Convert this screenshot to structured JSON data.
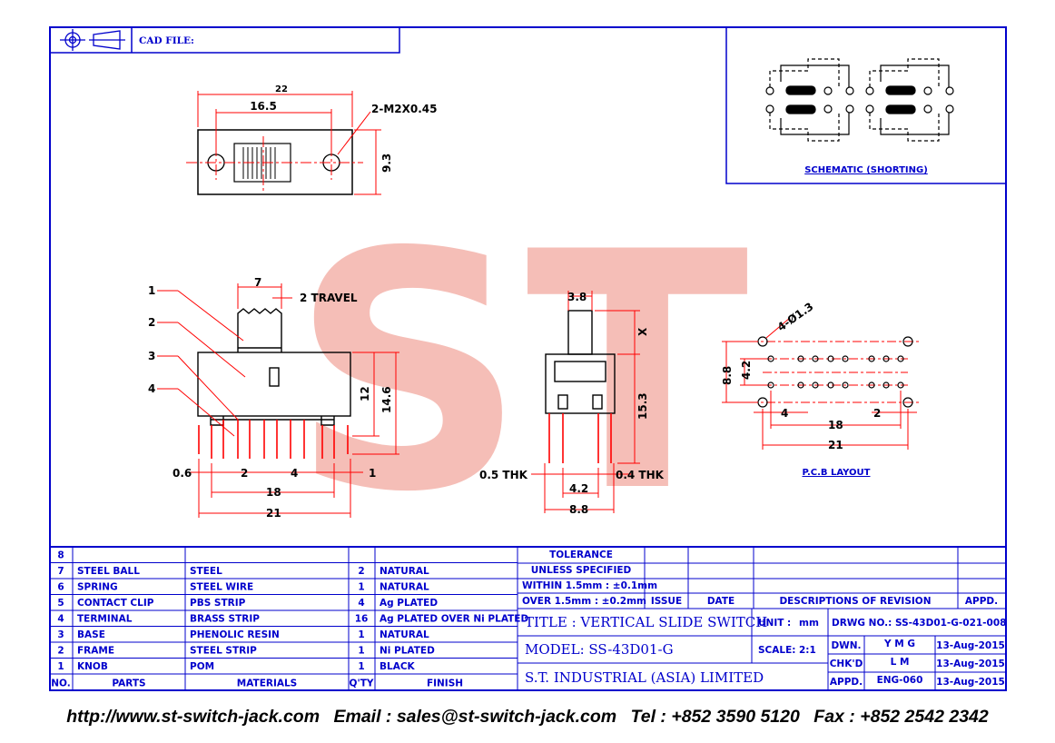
{
  "cad_file_label": "CAD FILE:",
  "watermark": "ST",
  "schematic_title": "SCHEMATIC (SHORTING)",
  "pcb_title": "P.C.B LAYOUT",
  "top_view": {
    "dim_total": "22",
    "dim_inner": "16.5",
    "screw": "2-M2X0.45",
    "dim_height": "9.3"
  },
  "side_view": {
    "dim_knob": "7",
    "travel": "2 TRAVEL",
    "callouts": [
      "1",
      "2",
      "3",
      "4"
    ],
    "dim_12": "12",
    "dim_14_6": "14.6",
    "dim_0_6": "0.6",
    "dim_2": "2",
    "dim_4": "4",
    "dim_1": "1",
    "dim_18": "18",
    "dim_21": "21"
  },
  "end_view": {
    "dim_3_8": "3.8",
    "dim_x": "X",
    "dim_15_3": "15.3",
    "thk_left": "0.5 THK",
    "thk_right": "0.4 THK",
    "dim_4_2": "4.2",
    "dim_8_8": "8.8"
  },
  "pcb": {
    "holes": "4-Ø1.3",
    "dim_8_8": "8.8",
    "dim_4_2": "4.2",
    "dim_4": "4",
    "dim_2": "2",
    "dim_18": "18",
    "dim_21": "21"
  },
  "parts_table": {
    "header": {
      "no": "NO.",
      "parts": "PARTS",
      "materials": "MATERIALS",
      "qty": "Q'TY",
      "finish": "FINISH"
    },
    "rows": [
      {
        "no": "8",
        "parts": "",
        "materials": "",
        "qty": "",
        "finish": ""
      },
      {
        "no": "7",
        "parts": "STEEL BALL",
        "materials": "STEEL",
        "qty": "2",
        "finish": "NATURAL"
      },
      {
        "no": "6",
        "parts": "SPRING",
        "materials": "STEEL WIRE",
        "qty": "1",
        "finish": "NATURAL"
      },
      {
        "no": "5",
        "parts": "CONTACT CLIP",
        "materials": "PBS STRIP",
        "qty": "4",
        "finish": "Ag PLATED"
      },
      {
        "no": "4",
        "parts": "TERMINAL",
        "materials": "BRASS STRIP",
        "qty": "16",
        "finish": "Ag PLATED OVER Ni PLATED"
      },
      {
        "no": "3",
        "parts": "BASE",
        "materials": "PHENOLIC RESIN",
        "qty": "1",
        "finish": "NATURAL"
      },
      {
        "no": "2",
        "parts": "FRAME",
        "materials": "STEEL STRIP",
        "qty": "1",
        "finish": "Ni PLATED"
      },
      {
        "no": "1",
        "parts": "KNOB",
        "materials": "POM",
        "qty": "1",
        "finish": "BLACK"
      }
    ]
  },
  "tolerance": {
    "line1": "TOLERANCE",
    "line2": "UNLESS SPECIFIED",
    "within": "WITHIN 1.5mm : ±0.1mm",
    "over": "OVER 1.5mm : ±0.2mm"
  },
  "revision": {
    "issue": "ISSUE",
    "date": "DATE",
    "desc": "DESCRIPTIONS OF REVISION",
    "appd": "APPD."
  },
  "title_block": {
    "title": "TITLE :  VERTICAL SLIDE SWITCH",
    "model": "MODEL:  SS-43D01-G",
    "company": "S.T. INDUSTRIAL (ASIA) LIMITED",
    "unit_label": "UNIT :",
    "unit_value": "mm",
    "scale_label": "SCALE:",
    "scale_value": "2:1",
    "drwg": "DRWG NO.: SS-43D01-G-021-008",
    "dwn_label": "DWN.",
    "dwn_value": "Y M G",
    "dwn_date": "13-Aug-2015",
    "chkd_label": "CHK'D",
    "chkd_value": "L M",
    "chkd_date": "13-Aug-2015",
    "appd_label": "APPD.",
    "appd_value": "ENG-060",
    "appd_date": "13-Aug-2015"
  },
  "footer": {
    "web": "http://www.st-switch-jack.com",
    "email": "Email : sales@st-switch-jack.com",
    "tel": "Tel : +852 3590 5120",
    "fax": "Fax : +852 2542 2342"
  },
  "colors": {
    "line": "#0000cc",
    "dim": "#ff0000",
    "watermark": "#f4b8b0"
  }
}
